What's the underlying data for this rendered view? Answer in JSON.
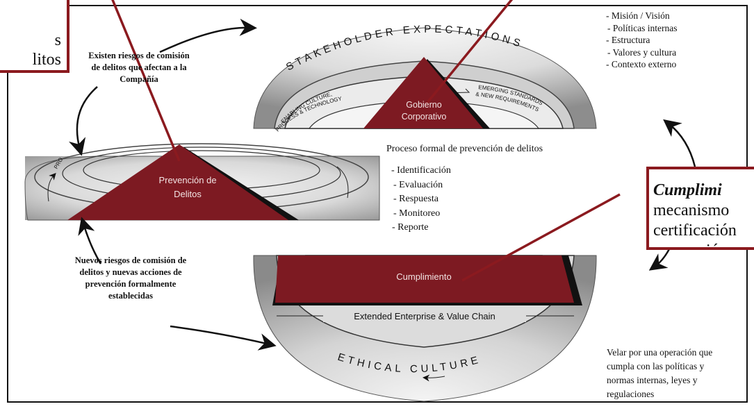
{
  "callout_left": {
    "line1": "s",
    "line2": "litos"
  },
  "callout_right": {
    "line1": "Cumplimi",
    "line2": "mecanismo",
    "line3": "certificación",
    "line4": "prevención"
  },
  "top_left_note": {
    "line1": "Existen riesgos de comisión",
    "line2": "de delitos que afectan a la",
    "line3": "Compañía"
  },
  "bottom_left_note": {
    "line1": "Nuevos riesgos de comisión de",
    "line2": "delitos y nuevas acciones de",
    "line3": "prevención formalmente",
    "line4": "establecidas"
  },
  "top_right_list": [
    "- Misión / Visión",
    "- Políticas internas",
    "- Estructura",
    "- Valores y cultura",
    "- Contexto externo"
  ],
  "process_title": "Proceso formal de prevención de delitos",
  "process_list": [
    "-  Identificación",
    "-  Evaluación",
    "-  Respuesta",
    "-  Monitoreo",
    "-  Reporte"
  ],
  "bottom_right_note": {
    "line1": "Velar por una operación que",
    "line2": "cumpla con las políticas y",
    "line3": "normas internas, leyes y",
    "line4": "regulaciones"
  },
  "ring_labels": {
    "stakeholder": "STAKEHOLDER EXPECTATIONS",
    "enabling_1": "ENABLING CULTURE,",
    "enabling_2": "PROCESS & TECHNOLOGY",
    "emerging_1": "EMERGING STANDARDS",
    "emerging_2": "& NEW REQUIREMENTS",
    "ethical": "ETHICAL CULTURE",
    "extended": "Extended Enterprise & Value Chain",
    "pro": "PRO"
  },
  "triangles": {
    "gobierno_1": "Gobierno",
    "gobierno_2": "Corporativo",
    "prevencion_1": "Prevención de",
    "prevencion_2": "Delitos",
    "cumplimiento": "Cumplimiento"
  },
  "colors": {
    "accent": "#8b1a1f",
    "triangle": "#7d1a22",
    "ring_light": "#e4e4e4",
    "ring_dark": "#8a8a8a"
  }
}
